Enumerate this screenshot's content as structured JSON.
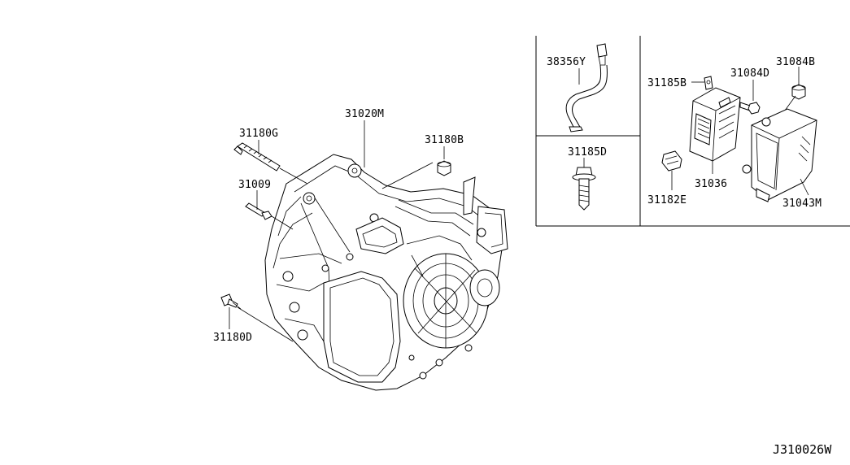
{
  "diagram": {
    "reference_code": "J310026W",
    "callouts": {
      "transmission_assy": "31020M",
      "bolt_long": "31180G",
      "plug": "31180B",
      "bolt_short": "31009",
      "bolt_stud": "31180D",
      "breather_hose": "38356Y",
      "bolt_flange": "31185D",
      "bracket": "31185B",
      "bolt_small": "31084D",
      "nut": "31084B",
      "tcm_unit": "31036",
      "connector": "31182E",
      "tcm_cover": "31043M"
    }
  }
}
